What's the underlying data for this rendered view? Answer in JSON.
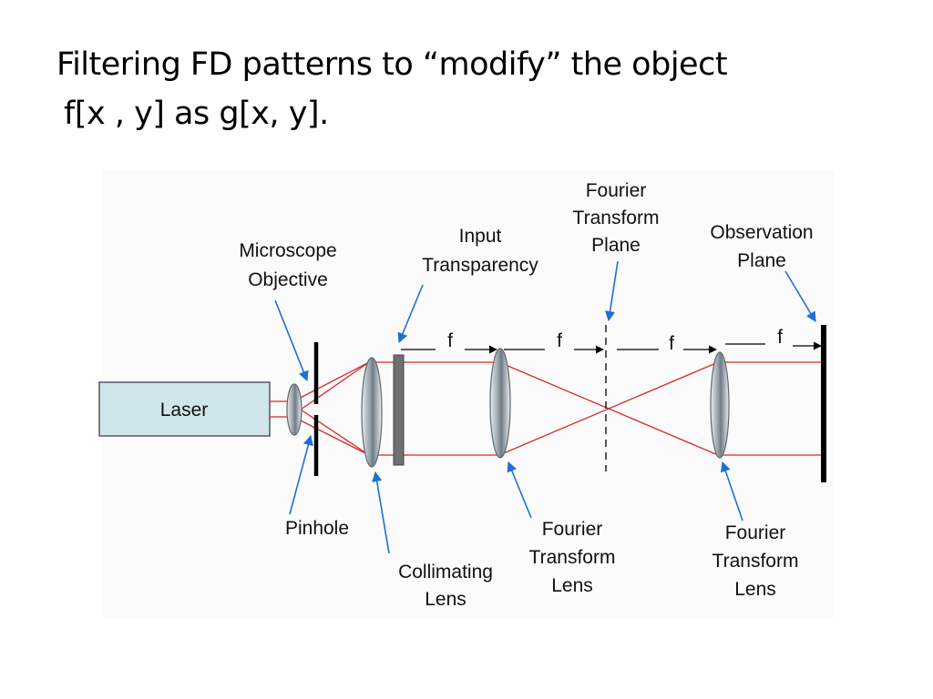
{
  "title": {
    "line1": "Filtering FD  patterns to “modify” the object",
    "line2": "f[x , y] as g[x, y]."
  },
  "diagram": {
    "laser": "Laser",
    "microscope_objective": [
      "Microscope",
      "Objective"
    ],
    "input_transparency": [
      "Input",
      "Transparency"
    ],
    "fourier_transform_plane": [
      "Fourier",
      "Transform",
      "Plane"
    ],
    "observation_plane": [
      "Observation",
      "Plane"
    ],
    "pinhole": "Pinhole",
    "collimating_lens": [
      "Collimating",
      "Lens"
    ],
    "ft_lens_1": [
      "Fourier",
      "Transform",
      "Lens"
    ],
    "ft_lens_2": [
      "Fourier",
      "Transform",
      "Lens"
    ],
    "focal_labels": [
      "f",
      "f",
      "f",
      "f"
    ],
    "colors": {
      "beam": "#d62828",
      "laser_fill": "#cfe6ea",
      "arrow": "#1f6fd6",
      "lens_edge": "#5a6a73",
      "barrier": "#000000",
      "transparency": "#6e6e6e"
    }
  }
}
